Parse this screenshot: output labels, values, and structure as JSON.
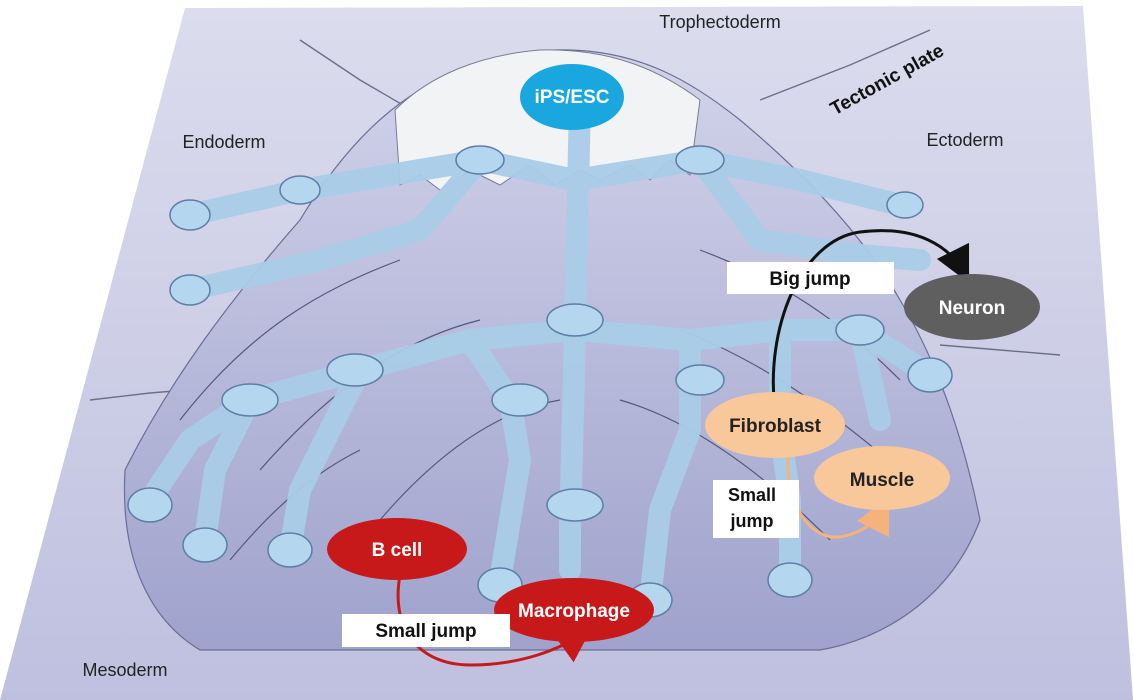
{
  "diagram": {
    "germ_layers": {
      "top": "Trophectoderm",
      "left": "Endoderm",
      "right": "Ectoderm",
      "bottom": "Mesoderm"
    },
    "plate_label": "Tectonic plate",
    "cells": {
      "stem": "iPS/ESC",
      "neuron": "Neuron",
      "fibroblast": "Fibroblast",
      "muscle": "Muscle",
      "bcell": "B cell",
      "macrophage": "Macrophage"
    },
    "jumps": {
      "big": "Big jump",
      "small_mid_line1": "Small",
      "small_mid_line2": "jump",
      "small_bottom": "Small jump"
    },
    "colors": {
      "plane": "#cccde6",
      "mountain": "#b7b9d9",
      "snow": "#f2f3f5",
      "channel": "#a9cde8",
      "stem": "#1aa7e0",
      "neuron": "#5f5f5f",
      "fibroblast_muscle": "#f8c79a",
      "fibroblast_muscle_arrow": "#f4b27c",
      "bcell_macrophage": "#c8191a",
      "big_jump_arrow": "#111111"
    }
  }
}
